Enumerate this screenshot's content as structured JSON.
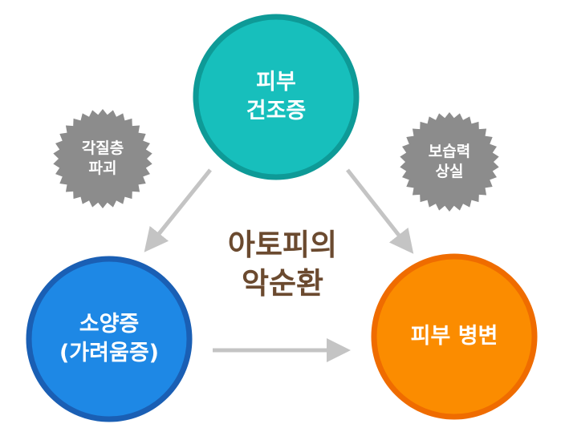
{
  "colors": {
    "teal": "#17bfbc",
    "teal_border": "#0e9a97",
    "blue": "#1e88e5",
    "blue_border": "#1a5fb4",
    "orange": "#fb8c00",
    "orange_border": "#ef6c00",
    "seal": "#8c8c8c",
    "arrow": "#c4c4c4",
    "title": "#6b4a2f"
  },
  "nodes": {
    "dry_skin": {
      "line1": "피부",
      "line2": "건조증"
    },
    "itching": {
      "line1": "소양증",
      "line2": "(가려움증)"
    },
    "lesion": {
      "line1": "피부 병변"
    }
  },
  "badges": {
    "keratin": {
      "line1": "각질층",
      "line2": "파괴"
    },
    "moisture": {
      "line1": "보습력",
      "line2": "상실"
    }
  },
  "center": {
    "line1": "아토피의",
    "line2": "악순환"
  }
}
